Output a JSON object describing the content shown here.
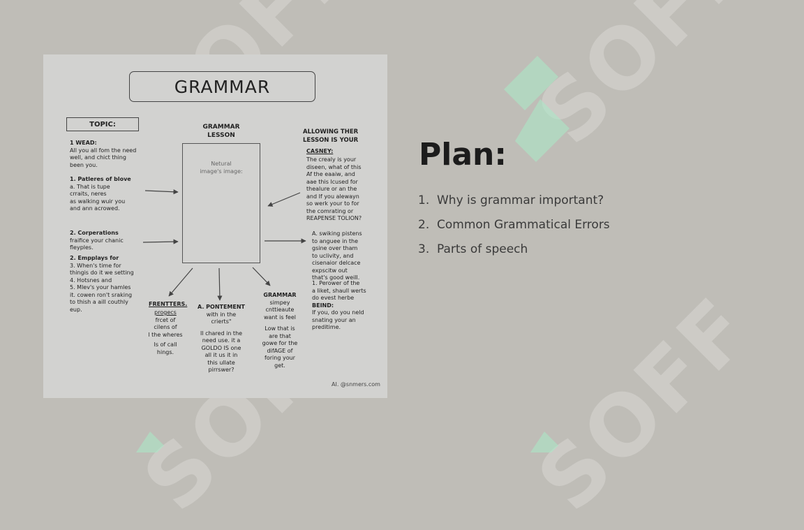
{
  "watermark": {
    "text": "SOFF"
  },
  "poster": {
    "title": "GRAMMAR",
    "topic_label": "TOPIC:",
    "lesson_heading": [
      "GRAMMAR",
      "LESSON"
    ],
    "center_caption": [
      "Netural",
      "image's image:"
    ],
    "left_col": [
      {
        "bold": "1 WEAD:",
        "lines": [
          "All you all fom the need",
          "well, and chict thing",
          "been you."
        ]
      },
      {
        "bold": "1. Patleres of blove",
        "lines": [
          "a. That is tupe",
          "crraits, neres",
          "as walking wuir you",
          "and ann acrowed."
        ]
      },
      {
        "bold": "2. Corperations",
        "lines": [
          "fraifice your chanic",
          "fleyples."
        ]
      },
      {
        "bold": "2. Empplays for",
        "lines": [
          "3. When's time for",
          "thingis do it we setting",
          "4. Hotsnes and",
          "5. Mlev's your hamles",
          "it. cowen ron't sraking",
          "to thish a aill couthly",
          "eup."
        ]
      }
    ],
    "right_heading": [
      "ALLOWING THER",
      "LESSON IS YOUR"
    ],
    "right_sub": "CASNEY:",
    "right_block1": [
      "The crealy is your",
      "diseen, what of this",
      "Af the eaaiw, and",
      "aae this lcused for",
      "thealure or an the",
      "and If you alewayn",
      "so werk your to for",
      "the comrating or",
      "REAPENSE TOLION?"
    ],
    "right_block2": [
      "A. swiking pistens",
      "to anguee in the",
      "gsine over tham",
      "to uclivity, and",
      "cisenaior delcace",
      "expscitw out",
      "that's good weill."
    ],
    "right_block3": [
      "1. Perower of the",
      "a liket, shaull werts",
      "do evest herbe"
    ],
    "right_sub2": "BEIND:",
    "right_block4": [
      "If you, do you neld",
      "snating your an",
      "preditime."
    ],
    "bottom1_heading": "FRENTTERS.",
    "bottom1_sub": "progecs",
    "bottom1_lines": [
      "frcet of",
      "cilens of",
      "l the wheres"
    ],
    "bottom1_extra": [
      "Is of call",
      "hings."
    ],
    "bottom2_heading": [
      "A. PONTEMENT",
      "with in the",
      "crierts\""
    ],
    "bottom2_lines": [
      "Il chared in the",
      "need use. it a",
      "GOLDO IS one",
      "all it us it in",
      "this ullate",
      "pirrswer?"
    ],
    "bottom3_heading": [
      "GRAMMAR",
      "simpey",
      "cnttieaute",
      "want is feel"
    ],
    "bottom3_lines": [
      "Low that is",
      "are that",
      "gowe for the",
      "difAGE of",
      "foring your",
      "get."
    ],
    "signature": "AI. @snmers.com"
  },
  "plan": {
    "title": "Plan:",
    "items": [
      {
        "num": "1.",
        "text": "Why is grammar important?"
      },
      {
        "num": "2.",
        "text": "Common Grammatical Errors"
      },
      {
        "num": "3.",
        "text": "Parts of speech"
      }
    ]
  }
}
